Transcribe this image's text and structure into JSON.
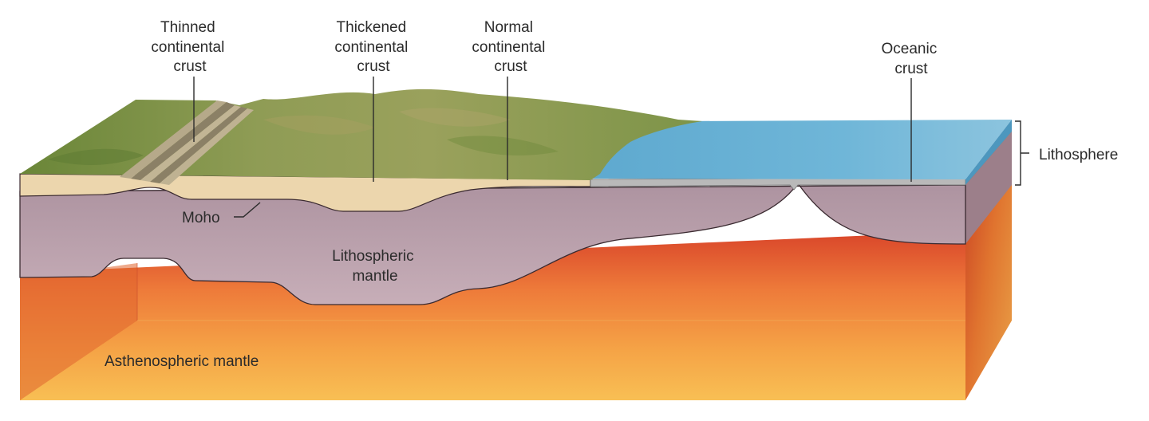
{
  "labels": {
    "thinned": [
      "Thinned",
      "continental",
      "crust"
    ],
    "thickened": [
      "Thickened",
      "continental",
      "crust"
    ],
    "normal": [
      "Normal",
      "continental",
      "crust"
    ],
    "oceanic": [
      "Oceanic",
      "crust"
    ],
    "lithosphere": "Lithosphere",
    "moho": "Moho",
    "lithospheric_mantle": [
      "Lithospheric",
      "mantle"
    ],
    "asthenospheric_mantle": "Asthenospheric mantle"
  },
  "colors": {
    "land_green": "#7f9548",
    "land_green_dark": "#5f7a36",
    "crust_sand": "#ecd6ad",
    "ocean_blue": "#6ab3d5",
    "oceanic_crust_gray": "#b9b9b9",
    "lithospheric_mantle": "#b49aa6",
    "astheno_red": "#e0502a",
    "astheno_orange": "#f6a34a",
    "astheno_yellow": "#f7bd55",
    "side_face": "#9c7f8a"
  }
}
